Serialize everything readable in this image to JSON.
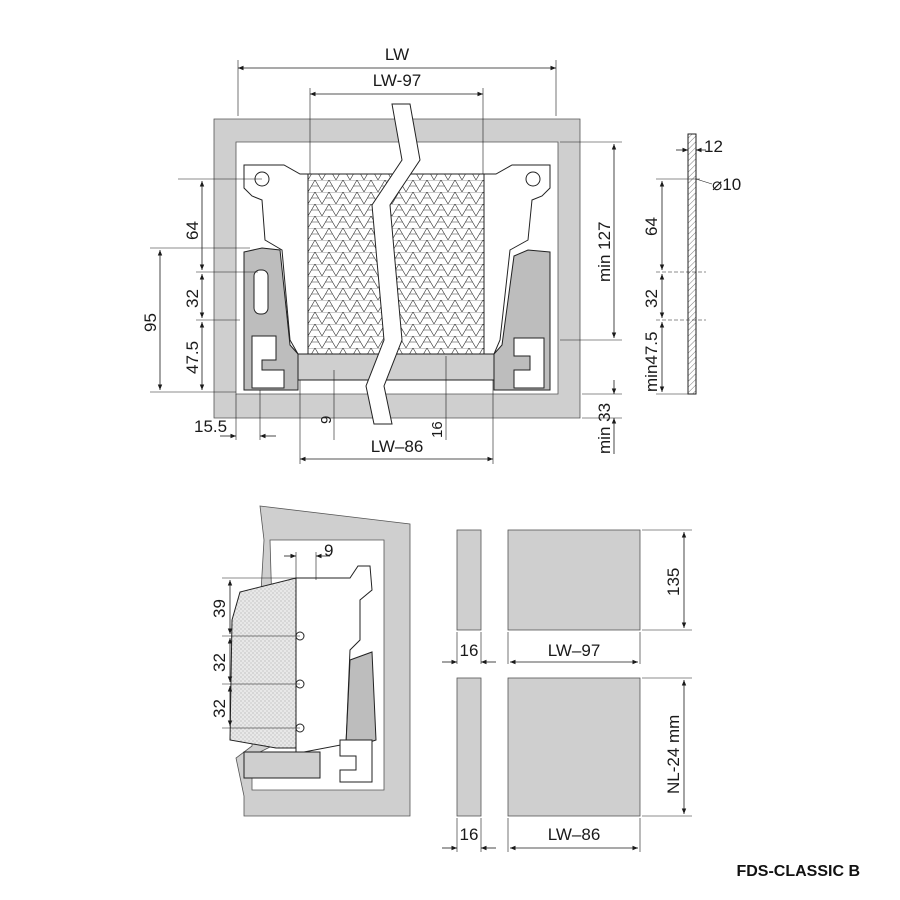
{
  "model_label": "FDS-CLASSIC B",
  "top_view": {
    "width_total": "LW",
    "width_inner": "LW-97",
    "width_bottom": "LW–86",
    "left_dims": [
      "64",
      "32",
      "47.5"
    ],
    "left_outer": "95",
    "left_offset": "15.5",
    "bottom_small_a": "9",
    "bottom_small_b": "16",
    "right_min_height": "min 127",
    "right_min_side": "min47.5",
    "right_min_bottom": "min 33",
    "right_32": "32",
    "right_64": "64",
    "panel_thickness": "12",
    "hole_diameter": "⌀10"
  },
  "side_view": {
    "top_offset": "9",
    "dims": [
      "39",
      "32",
      "32"
    ]
  },
  "panels": {
    "back_thickness": "16",
    "back_width": "LW–97",
    "back_height": "135",
    "bottom_thickness": "16",
    "bottom_width": "LW–86",
    "bottom_height": "NL-24 mm"
  }
}
